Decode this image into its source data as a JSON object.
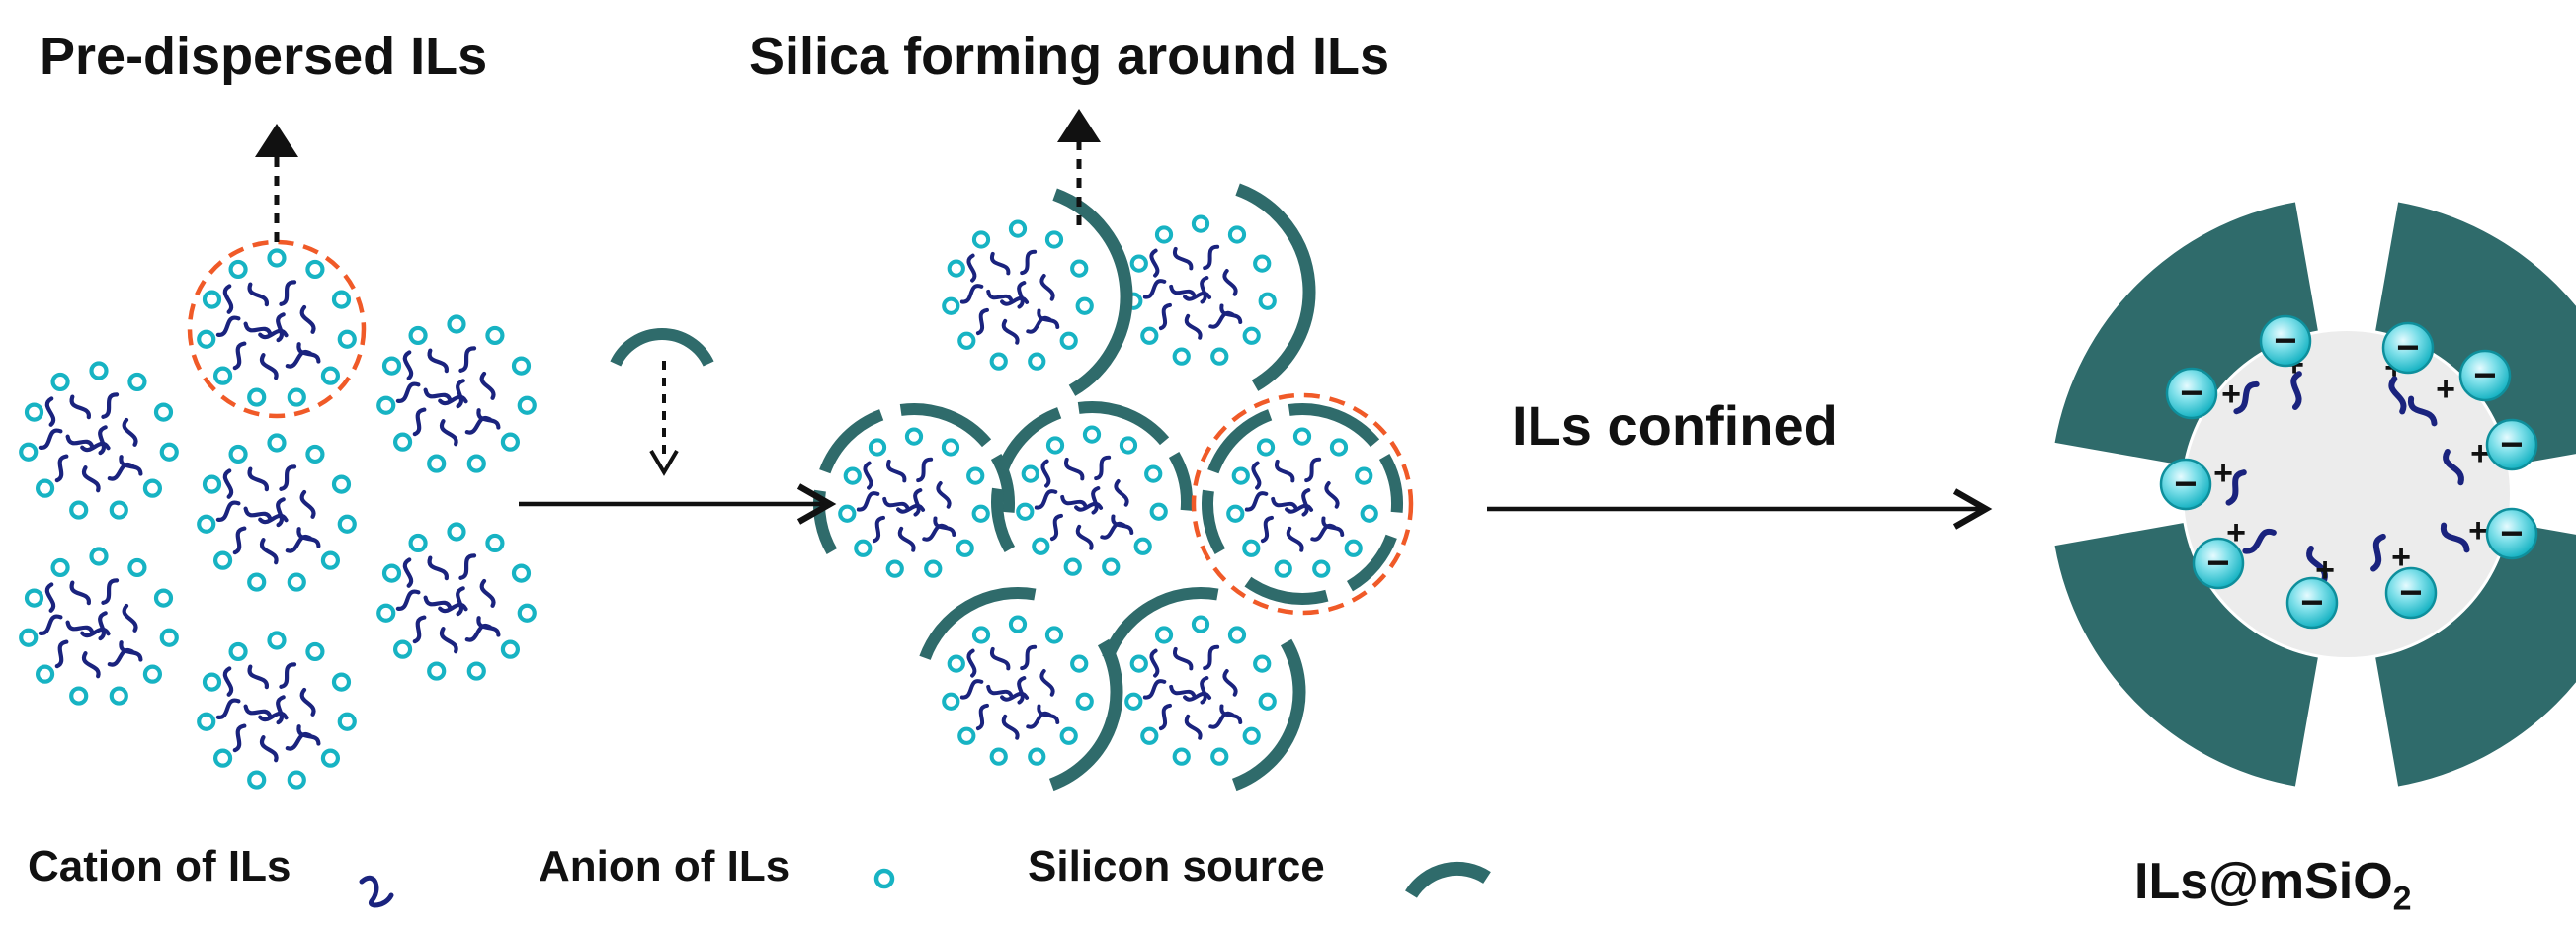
{
  "labels": {
    "pre_dispersed": "Pre-dispersed ILs",
    "silica_forming": "Silica forming around ILs",
    "ils_confined": "ILs confined",
    "product_prefix": "ILs@mSiO",
    "product_subscript": "2"
  },
  "legend": {
    "cation": "Cation of ILs",
    "anion": "Anion of ILs",
    "silicon": "Silicon source"
  },
  "charges": {
    "anion": "−",
    "cation": "+"
  },
  "colors": {
    "cation": "#1a237e",
    "anion": "#17b3c3",
    "silica": "#2f6b6b",
    "highlight": "#f05a28",
    "arrow": "#111111",
    "pore": "#ececec"
  }
}
